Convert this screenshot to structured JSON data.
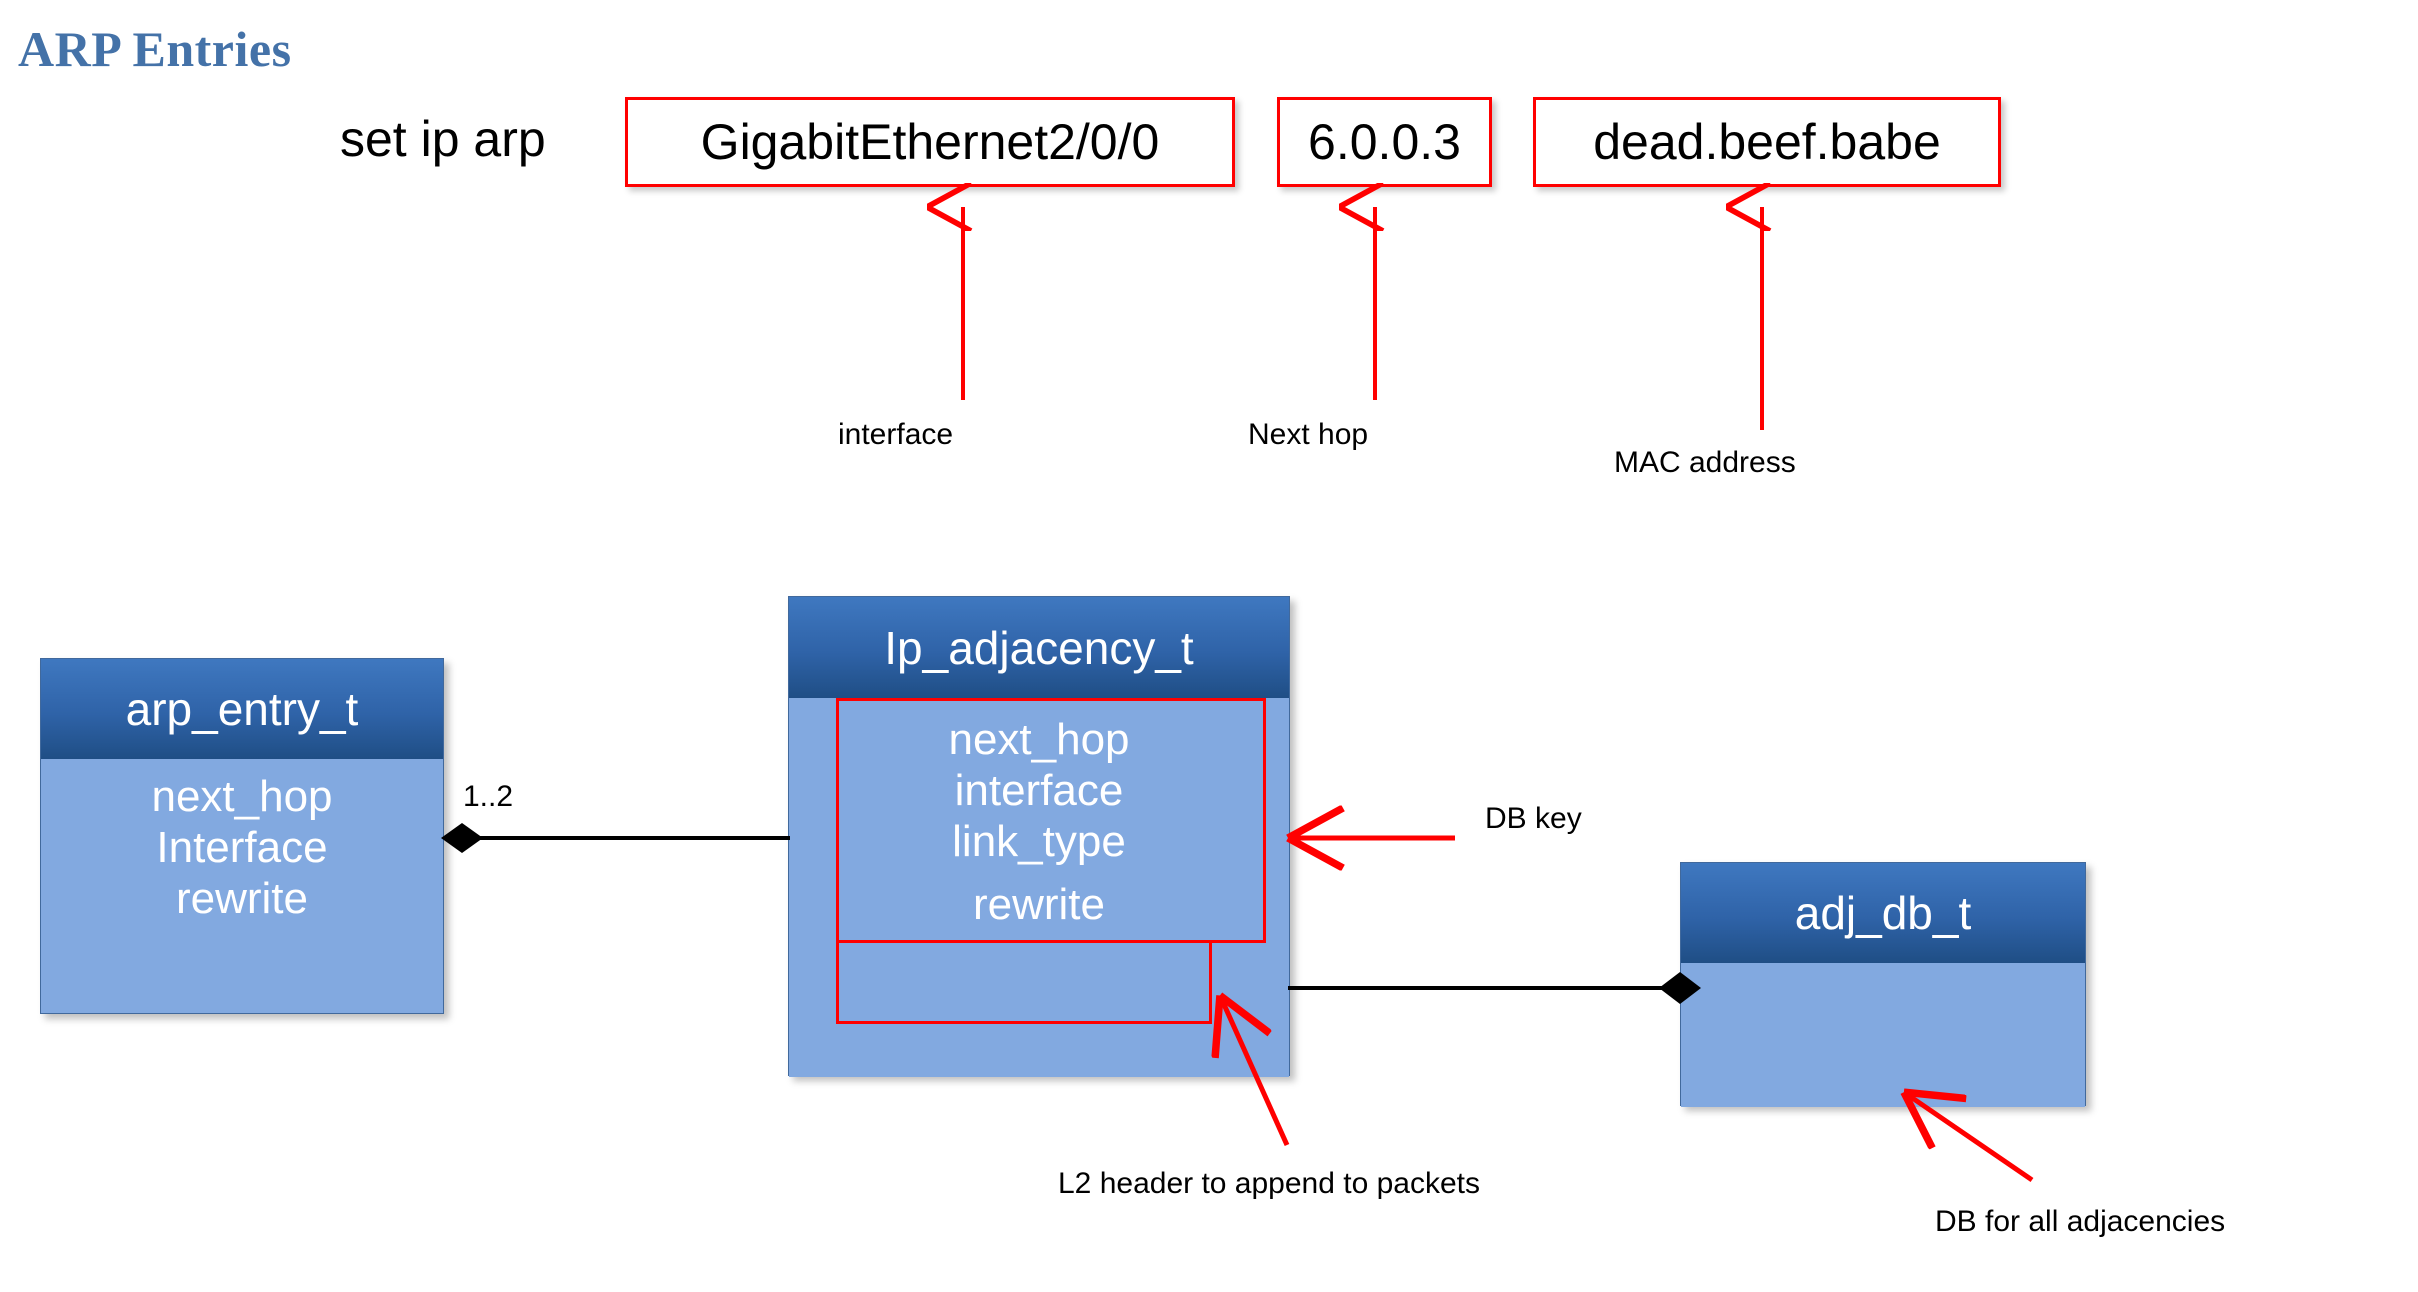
{
  "slide": {
    "title": "ARP Entries"
  },
  "command": {
    "prefix": "set ip arp",
    "fields": [
      {
        "value": "GigabitEthernet2/0/0",
        "label": "interface"
      },
      {
        "value": "6.0.0.3",
        "label": "Next hop"
      },
      {
        "value": "dead.beef.babe",
        "label": "MAC address"
      }
    ]
  },
  "classes": [
    {
      "name": "arp_entry_t",
      "attributes": [
        "next_hop",
        "Interface",
        "rewrite"
      ]
    },
    {
      "name": "Ip_adjacency_t",
      "attributes": [
        "next_hop",
        "interface",
        "link_type",
        "rewrite"
      ]
    },
    {
      "name": "adj_db_t",
      "attributes": []
    }
  ],
  "relations": {
    "arp_to_adjacency_multiplicity": "1..2"
  },
  "annotations": [
    {
      "text": "DB key"
    },
    {
      "text": "L2 header to append to packets"
    },
    {
      "text": "DB for all adjacencies"
    }
  ],
  "colors": {
    "title": "#4472a8",
    "annotation_red": "#ff0000",
    "header_top": "#3f78c0",
    "header_bottom": "#1f4e85",
    "body_blue": "#82a9e0",
    "connector_black": "#000000"
  }
}
